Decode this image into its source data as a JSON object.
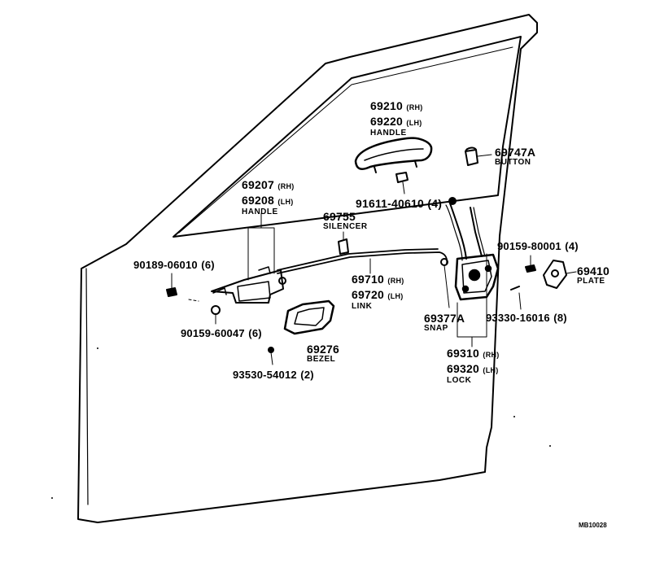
{
  "parts": [
    {
      "key": "handle_outer",
      "lines": [
        {
          "num": "69210",
          "side": "(RH)"
        },
        {
          "num": "69220",
          "side": "(LH)"
        }
      ],
      "name": "HANDLE"
    },
    {
      "key": "button",
      "num": "69747A",
      "name": "BUTTON"
    },
    {
      "key": "handle_inner",
      "lines": [
        {
          "num": "69207",
          "side": "(RH)"
        },
        {
          "num": "69208",
          "side": "(LH)"
        }
      ],
      "name": "HANDLE"
    },
    {
      "key": "bolt_91611",
      "num": "91611-40610",
      "qty": "(4)"
    },
    {
      "key": "silencer",
      "num": "69755",
      "name": "SILENCER"
    },
    {
      "key": "screw_90159_80001",
      "num": "90159-80001",
      "qty": "(4)"
    },
    {
      "key": "screw_90189",
      "num": "90189-06010",
      "qty": "(6)"
    },
    {
      "key": "link",
      "lines": [
        {
          "num": "69710",
          "side": "(RH)"
        },
        {
          "num": "69720",
          "side": "(LH)"
        }
      ],
      "name": "LINK"
    },
    {
      "key": "plate",
      "num": "69410",
      "name": "PLATE"
    },
    {
      "key": "snap",
      "num": "69377A",
      "name": "SNAP"
    },
    {
      "key": "screw_93330",
      "num": "93330-16016",
      "qty": "(8)"
    },
    {
      "key": "screw_90159_60047",
      "num": "90159-60047",
      "qty": "(6)"
    },
    {
      "key": "bezel",
      "num": "69276",
      "name": "BEZEL"
    },
    {
      "key": "lock",
      "lines": [
        {
          "num": "69310",
          "side": "(RH)"
        },
        {
          "num": "69320",
          "side": "(LH)"
        }
      ],
      "name": "LOCK"
    },
    {
      "key": "screw_93530",
      "num": "93530-54012",
      "qty": "(2)"
    }
  ],
  "figure_ref": "MB10028"
}
